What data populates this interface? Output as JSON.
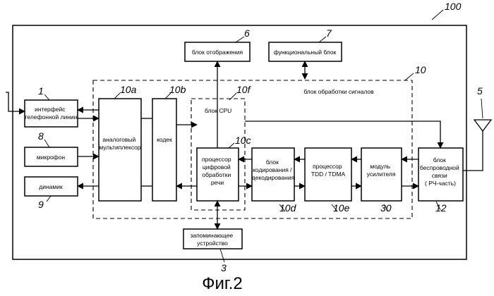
{
  "refs": {
    "device": "100",
    "display": "6",
    "functional": "7",
    "dsp_unit": "10",
    "line_interface": "1",
    "mux": "10a",
    "codec": "10b",
    "cpu": "10f",
    "antenna": "5",
    "microphone": "8",
    "speech_processor": "10c",
    "speaker": "9",
    "memory": "3",
    "coding": "10d",
    "tdd": "10e",
    "amplifier": "30",
    "wireless": "12"
  },
  "blocks": {
    "display": [
      "блок отображения"
    ],
    "functional": [
      "функциональный блок"
    ],
    "dsp_unit_label": [
      "блок обработки сигналов"
    ],
    "line_interface": [
      "интерфейс",
      "телефонной линии"
    ],
    "microphone": [
      "микрофон"
    ],
    "speaker": [
      "динамик"
    ],
    "mux": [
      "аналоговый",
      "мультиплексор"
    ],
    "codec": [
      "кодек"
    ],
    "cpu_label": [
      "блок CPU"
    ],
    "speech_processor": [
      "процессор",
      "цифровой",
      "обработки",
      "речи"
    ],
    "coding": [
      "блок",
      "кодирования /",
      "декодирования"
    ],
    "tdd": [
      "процессор",
      "TDD / TDMA"
    ],
    "amplifier": [
      "модуль",
      "усилителя"
    ],
    "wireless": [
      "блок",
      "беспроводной",
      "связи",
      "( РЧ-часть)"
    ],
    "memory": [
      "запоминающее",
      "устройство"
    ]
  },
  "caption": "Фиг.2"
}
